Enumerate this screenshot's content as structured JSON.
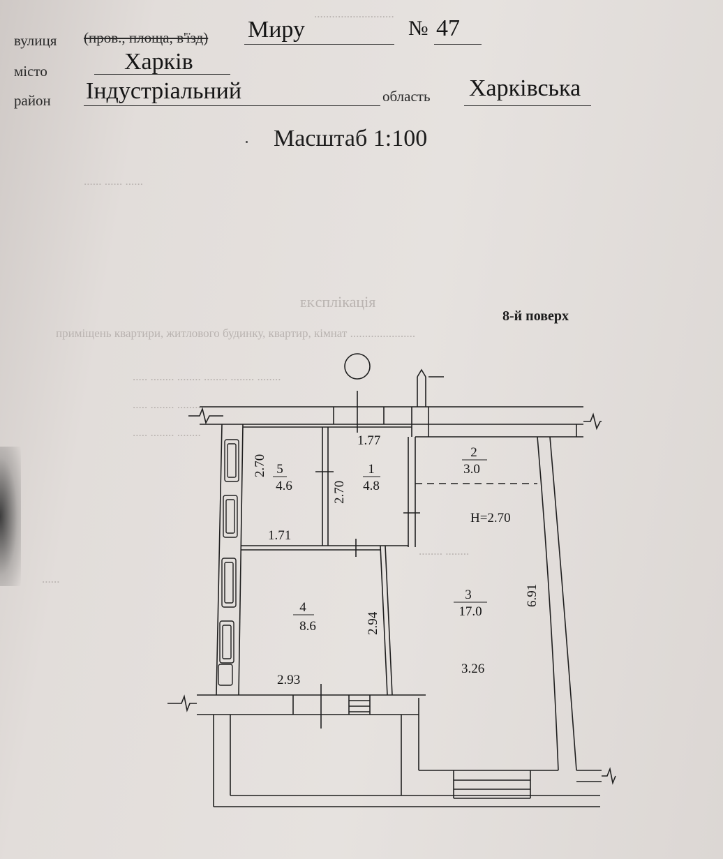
{
  "header": {
    "street_label": "вулиця",
    "street_type_struck": "(пров., площа, в'їзд)",
    "street_value": "Миру",
    "number_label": "№",
    "number_value": "47",
    "city_label": "місто",
    "city_value": "Харків",
    "district_label": "район",
    "district_value": "Індустріальний",
    "region_label": "область",
    "region_value": "Харківська"
  },
  "scale": "Масштаб 1:100",
  "floor_label": "8-й поверх",
  "plan": {
    "height_label": "H=2.70",
    "rooms": [
      {
        "number": "1",
        "area": "4.8"
      },
      {
        "number": "2",
        "area": "3.0"
      },
      {
        "number": "3",
        "area": "17.0"
      },
      {
        "number": "4",
        "area": "8.6"
      },
      {
        "number": "5",
        "area": "4.6"
      }
    ],
    "dimensions": {
      "d_1_77": "1.77",
      "d_2_70_left": "2.70",
      "d_2_70_mid": "2.70",
      "d_1_71": "1.71",
      "d_2_94": "2.94",
      "d_6_91": "6.91",
      "d_3_26": "3.26",
      "d_2_93": "2.93"
    }
  },
  "colors": {
    "paper": "#e4dfdc",
    "ink": "#1c1c1c",
    "bleed": "#b9b3b0"
  }
}
